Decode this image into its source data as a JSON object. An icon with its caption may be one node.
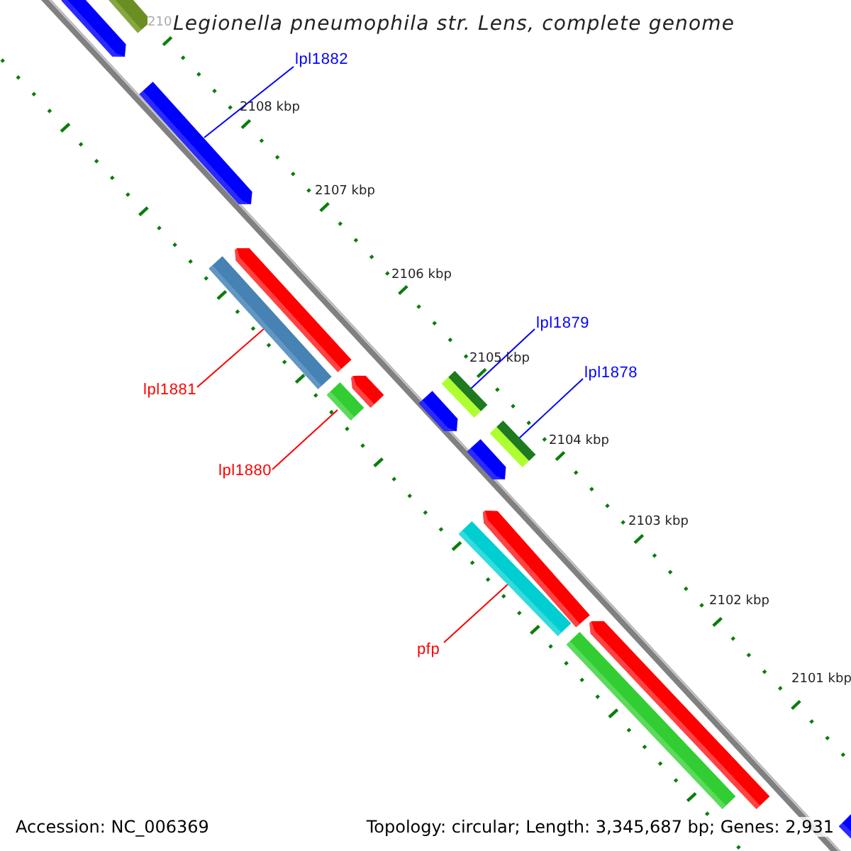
{
  "diagram": {
    "title": "Legionella pneumophila str. Lens, complete genome",
    "nodes": [
      {
        "text": [
          "lpl1882"
        ]
      },
      {
        "text": [],
        "shape": "arrow"
      },
      {
        "text": [
          "lpl1879"
        ]
      },
      {
        "text": [],
        "shape": "box"
      },
      {
        "text": [
          "lpl1878"
        ]
      },
      {
        "text": [],
        "shape": "box"
      },
      {
        "text": [
          "lpl1881"
        ]
      },
      {
        "text": [],
        "shape": "box"
      },
      {
        "text": [
          "lpl1880"
        ]
      },
      {
        "text": [],
        "shape": "box"
      },
      {
        "text": [
          "pfp"
        ]
      },
      {
        "text": [],
        "shape": "box"
      },
      {
        "text": [],
        "shape": "arrow"
      },
      {
        "text": [],
        "shape": "box"
      },
      {
        "text": [],
        "shape": "arrow"
      },
      {
        "text": [],
        "shape": "arrow"
      },
      {
        "text": [],
        "shape": "arrow"
      },
      {
        "text": [],
        "shape": "arrow"
      },
      {
        "text": [],
        "shape": "arrow"
      },
      {
        "text": [],
        "shape": "arrow"
      },
      {
        "text": [],
        "shape": "box"
      },
      {
        "text": [],
        "shape": "arrow"
      }
    ],
    "edges": [
      {
        "from": 0,
        "to": 1,
        "arrow": "none",
        "color": "#0000ff"
      },
      {
        "from": 2,
        "to": 3,
        "arrow": "none",
        "color": "#0000ff"
      },
      {
        "from": 4,
        "to": 5,
        "arrow": "none",
        "color": "#0000ff"
      },
      {
        "from": 6,
        "to": 7,
        "arrow": "none",
        "color": "#ff0000"
      },
      {
        "from": 8,
        "to": 9,
        "arrow": "none",
        "color": "#ff0000"
      },
      {
        "from": 10,
        "to": 11,
        "arrow": "none",
        "color": "#ff0000"
      }
    ],
    "labels": [
      "210",
      "2108 kbp",
      "2107 kbp",
      "2106 kbp",
      "2105 kbp",
      "2104 kbp",
      "2103 kbp",
      "2102 kbp",
      "2101 kbp",
      "Accession: NC_006369",
      "Topology: circular; Length: 3,345,687 bp; Genes: 2,931"
    ]
  }
}
